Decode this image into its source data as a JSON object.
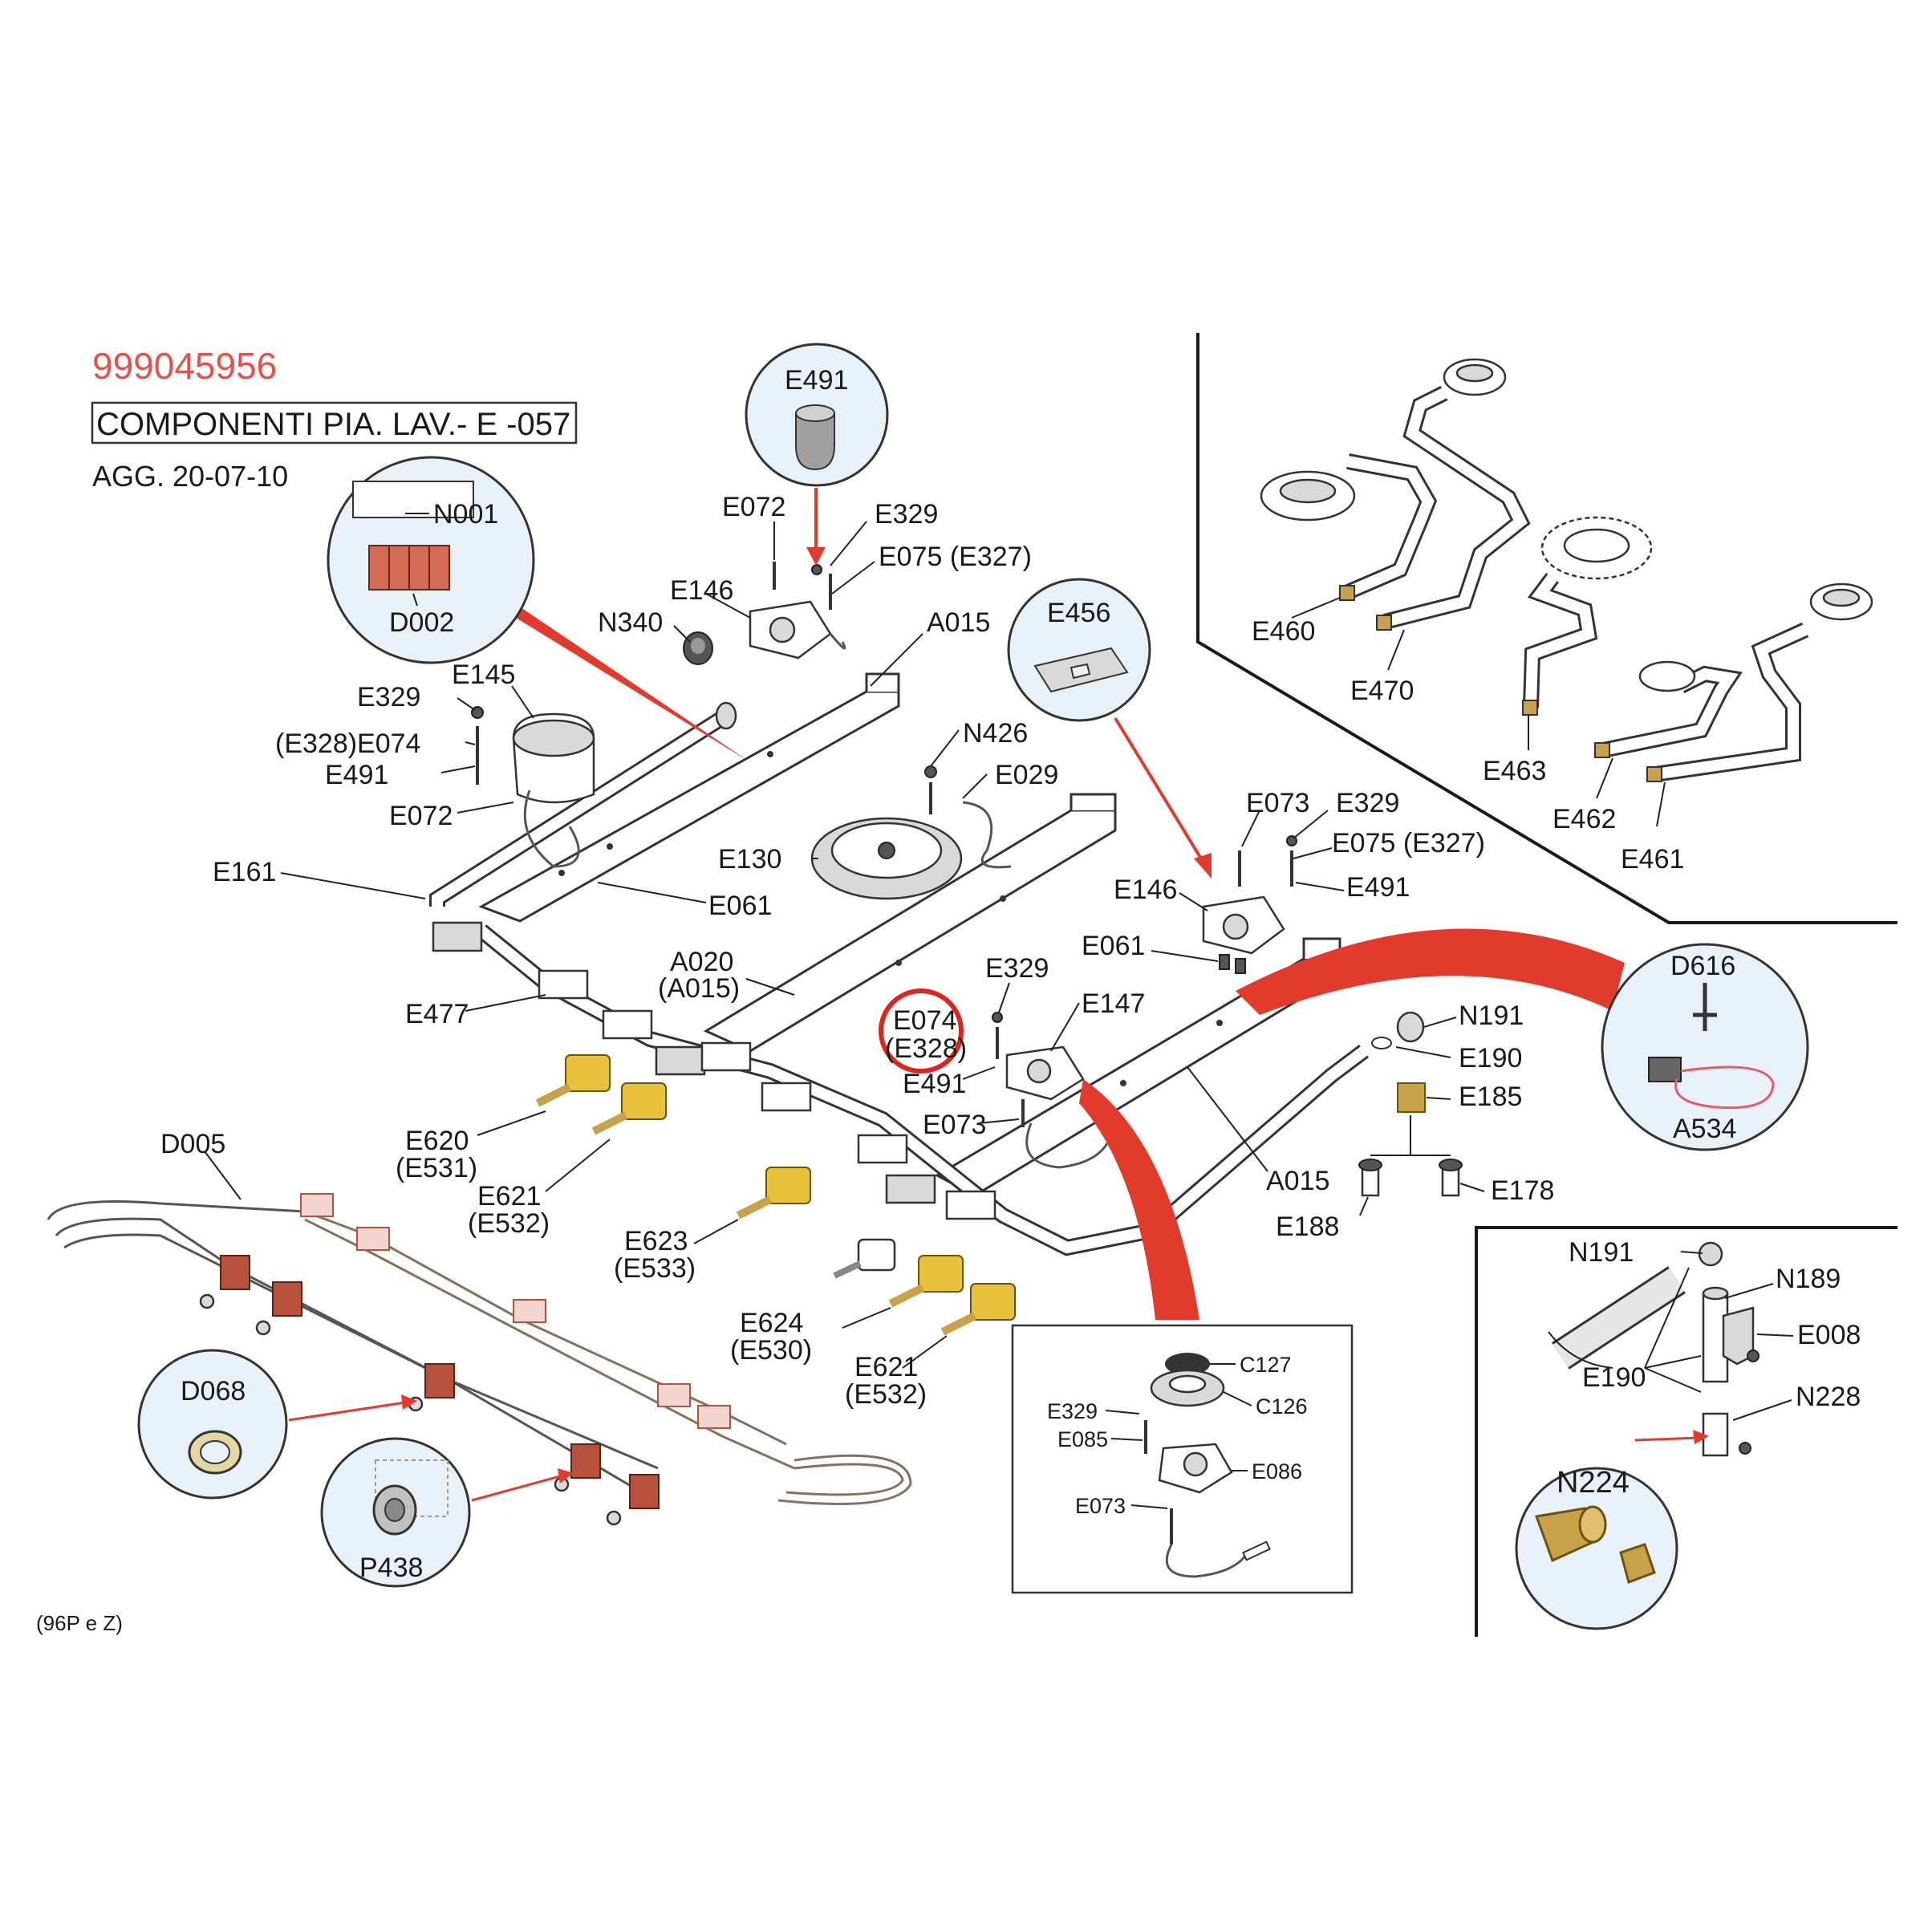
{
  "header": {
    "code": "999045956",
    "title": "COMPONENTI PIA. LAV.- E -057",
    "date": "AGG. 20-07-10"
  },
  "footer": {
    "note": "(96P e  Z)"
  },
  "colors": {
    "code_red": "#e4524a",
    "pointer_red": "#e23b2e",
    "callout_fill": "#e8f1f8",
    "highlight_circle": "#e0241b",
    "valve_yellow": "#e8c23a",
    "connector_red": "#b9523c"
  },
  "callouts": {
    "e491": "E491",
    "e456": "E456",
    "d616": "D616",
    "a534": "A534",
    "d068": "D068",
    "p438": "P438",
    "n224": "N224",
    "n001": "N001",
    "d002": "D002"
  },
  "labels": {
    "top_e072": "E072",
    "top_e329": "E329",
    "top_e075": "E075  (E327)",
    "top_e146": "E146",
    "n340": "N340",
    "a015_top": "A015",
    "e329_left": "E329",
    "e145": "E145",
    "e074_left": "(E328)E074",
    "e491_left": "E491",
    "e072_left": "E072",
    "n426": "N426",
    "e029": "E029",
    "e130": "E130",
    "e161": "E161",
    "e061_left": "E061",
    "a020": "A020",
    "a020_sub": "(A015)",
    "e477": "E477",
    "e329_mid": "E329",
    "e147": "E147",
    "e074_mid": "E074",
    "e328_mid": "(E328)",
    "e491_mid": "E491",
    "e073_mid": "E073",
    "e073_right": "E073",
    "e329_right": "E329",
    "e075_right": "E075 (E327)",
    "e146_right": "E146",
    "e491_right": "E491",
    "e061_right": "E061",
    "n191_mid": "N191",
    "e190_mid": "E190",
    "e185": "E185",
    "a015_right": "A015",
    "e188": "E188",
    "e178": "E178",
    "e620": "E620",
    "e620_sub": "(E531)",
    "e621_a": "E621",
    "e621_a_sub": "(E532)",
    "e623": "E623",
    "e623_sub": "(E533)",
    "e624": "E624",
    "e624_sub": "(E530)",
    "e621_b": "E621",
    "e621_b_sub": "(E532)",
    "d005": "D005"
  },
  "inset_top_right": {
    "e460": "E460",
    "e470": "E470",
    "e463": "E463",
    "e462": "E462",
    "e461": "E461"
  },
  "inset_burner": {
    "c127": "C127",
    "c126": "C126",
    "e329": "E329",
    "e085": "E085",
    "e086": "E086",
    "e073": "E073"
  },
  "inset_bottom_right": {
    "n191": "N191",
    "n189": "N189",
    "e008": "E008",
    "e190": "E190",
    "n228": "N228"
  }
}
